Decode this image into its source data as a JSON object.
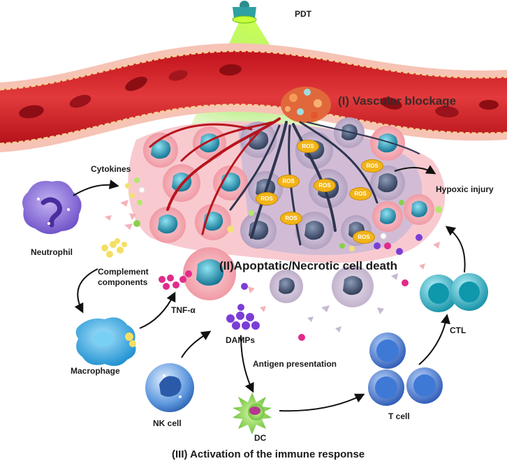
{
  "labels": {
    "pdt": "PDT",
    "vascular_blockage": "(I) Vascular blockage",
    "cytokines": "Cytokines",
    "hypoxic_injury": "Hypoxic injury",
    "neutrophil": "Neutrophil",
    "complement_components_line1": "Complement",
    "complement_components_line2": "components",
    "apoptotic_death": "(II)Apoptatic/Necrotic cell death",
    "tnf_alpha": "TNF-α",
    "damps": "DAMPs",
    "ctl": "CTL",
    "macrophage": "Macrophage",
    "antigen_presentation": "Antigen presentation",
    "nk_cell": "NK cell",
    "t_cell": "T cell",
    "dc": "DC",
    "immune_activation": "(III) Activation of the immune response"
  },
  "ros_label": "ROS",
  "colors": {
    "vessel": "#d9262b",
    "vessel_dark": "#a01419",
    "vessel_wall": "#f3b6a8",
    "laser": "#7ddc1f",
    "tumor_pink": "#f4a4ad",
    "dead_cell": "#b7a7c4",
    "nucleus_teal": "#1c8aa8",
    "nucleus_dark": "#3a4a66",
    "ros": "#f2b418",
    "neutrophil": "#8a6fd6",
    "macrophage": "#2fa9e0",
    "nk": "#3a78c8",
    "dc": "#7bd13c",
    "tcell": "#3f7fd6",
    "ctl": "#22b7c9"
  },
  "icons": [
    "laser-device-icon",
    "neutrophil-icon",
    "macrophage-icon",
    "nk-cell-icon",
    "dendritic-cell-icon",
    "t-cell-icon",
    "ctl-icon",
    "blood-vessel-icon"
  ]
}
